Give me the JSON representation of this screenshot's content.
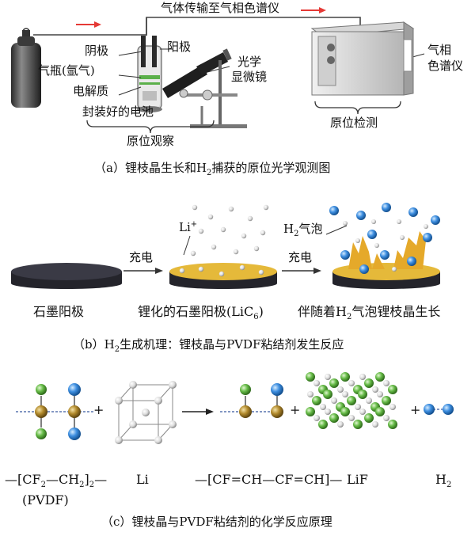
{
  "panel_a": {
    "gas_transport": "气体传输至气相色谱仪",
    "cathode": "阴极",
    "anode": "阳极",
    "gas_cylinder": "气瓶(氩气)",
    "electrolyte": "电解质",
    "sealed_cell": "封装好的电池",
    "microscope": [
      "光学",
      "显微镜"
    ],
    "gc": [
      "气相",
      "色谱仪"
    ],
    "in_situ_observation": "原位观察",
    "in_situ_detection": "原位检测",
    "caption": [
      "（a）锂枝晶生长和H",
      "2",
      "捕获的原位光学观测图"
    ]
  },
  "panel_b": {
    "li_plus": [
      "Li",
      "+"
    ],
    "h2_bubble": [
      "H",
      "2",
      "气泡"
    ],
    "charge_1": "充电",
    "charge_2": "充电",
    "graphite_anode": "石墨阳极",
    "lithiated_anode": [
      "锂化的石墨阳极(LiC",
      "6",
      ")"
    ],
    "bubble_growth": [
      "伴随着H",
      "2",
      "气泡锂枝晶生长"
    ],
    "caption": [
      "（b）H",
      "2",
      "生成机理：锂枝晶与PVDF粘结剂发生反应"
    ]
  },
  "panel_c": {
    "pvdf_formula": [
      "—[CF",
      "2",
      "—CH",
      "2",
      "]",
      "2",
      "—"
    ],
    "pvdf_name": "(PVDF)",
    "li": "Li",
    "product_polymer": "—[CF=CH—CF=CH]—",
    "lif": "LiF",
    "h2": [
      "H",
      "2"
    ],
    "plus_signs": [
      "+",
      "+",
      "+"
    ],
    "caption": "（c）锂枝晶与PVDF粘结剂的化学反应原理"
  },
  "colors": {
    "arrow_red": "#e53935",
    "gold": "#e5b93a",
    "disk_dark": "#2b2b33",
    "atom_blue": "#3d8ee0",
    "atom_green": "#66bb47",
    "atom_bronze": "#b28a2c",
    "atom_white": "#e4e4e4"
  }
}
